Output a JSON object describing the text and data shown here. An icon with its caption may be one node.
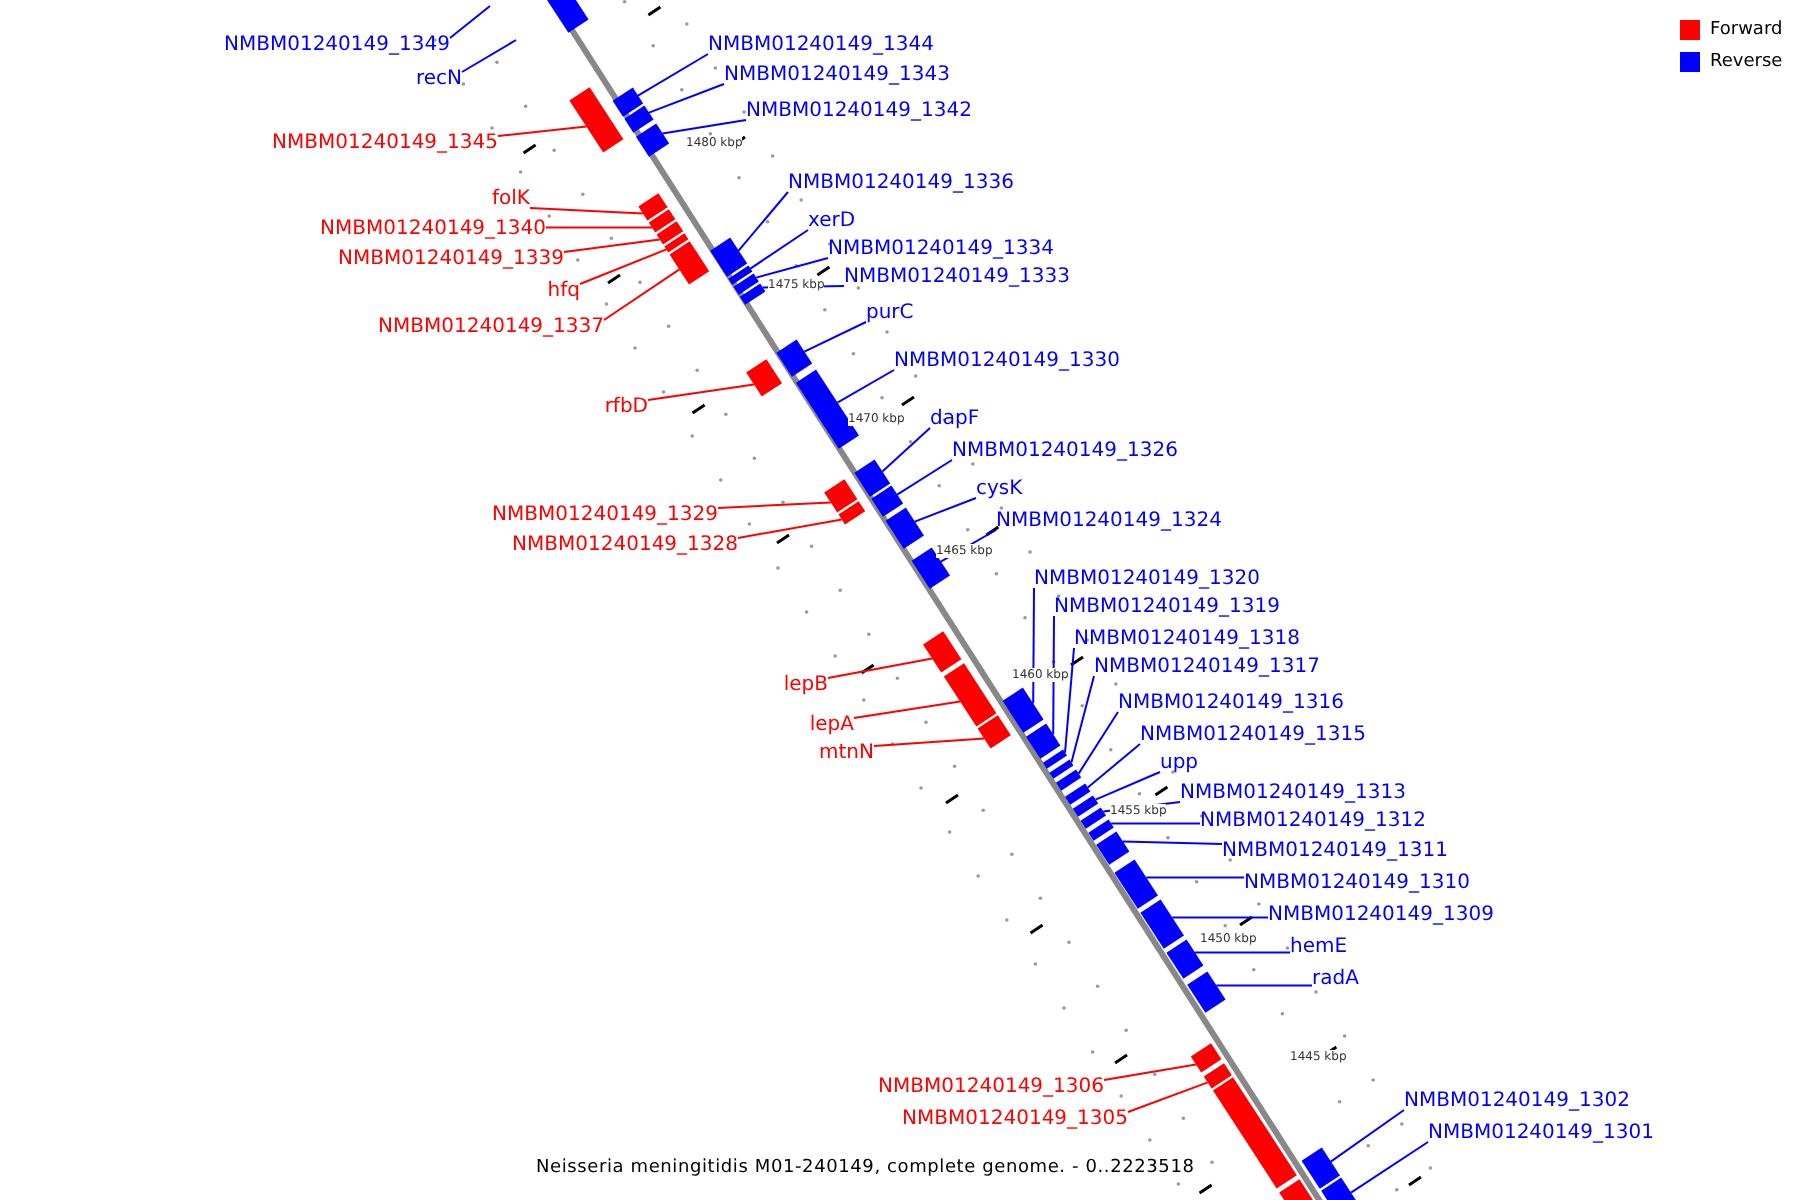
{
  "diagram": {
    "caption": "Neisseria meningitidis M01-240149, complete genome. - 0..2223518",
    "nodes": [
      {
        "text": [
          "NMBM01240149_1349"
        ]
      },
      {
        "text": [
          "NMBM01240149_1344"
        ]
      },
      {
        "text": [
          "recN"
        ]
      },
      {
        "text": [
          "NMBM01240149_1343"
        ]
      },
      {
        "text": [
          "NMBM01240149_1342"
        ]
      },
      {
        "text": [
          "NMBM01240149_1345"
        ]
      },
      {
        "text": [
          "NMBM01240149_1336"
        ]
      },
      {
        "text": [
          "folK"
        ]
      },
      {
        "text": [
          "xerD"
        ]
      },
      {
        "text": [
          "NMBM01240149_1340"
        ]
      },
      {
        "text": [
          "NMBM01240149_1334"
        ]
      },
      {
        "text": [
          "NMBM01240149_1339"
        ]
      },
      {
        "text": [
          "NMBM01240149_1333"
        ]
      },
      {
        "text": [
          "hfq"
        ]
      },
      {
        "text": [
          "purC"
        ]
      },
      {
        "text": [
          "NMBM01240149_1337"
        ]
      },
      {
        "text": [
          "NMBM01240149_1330"
        ]
      },
      {
        "text": [
          "rfbD"
        ]
      },
      {
        "text": [
          "dapF"
        ]
      },
      {
        "text": [
          "NMBM01240149_1326"
        ]
      },
      {
        "text": [
          "cysK"
        ]
      },
      {
        "text": [
          "NMBM01240149_1329"
        ]
      },
      {
        "text": [
          "NMBM01240149_1324"
        ]
      },
      {
        "text": [
          "NMBM01240149_1328"
        ]
      },
      {
        "text": [
          "NMBM01240149_1320"
        ]
      },
      {
        "text": [
          "NMBM01240149_1319"
        ]
      },
      {
        "text": [
          "NMBM01240149_1318"
        ]
      },
      {
        "text": [
          "NMBM01240149_1317"
        ]
      },
      {
        "text": [
          "lepB"
        ]
      },
      {
        "text": [
          "NMBM01240149_1316"
        ]
      },
      {
        "text": [
          "lepA"
        ]
      },
      {
        "text": [
          "NMBM01240149_1315"
        ]
      },
      {
        "text": [
          "mtnN"
        ]
      },
      {
        "text": [
          "upp"
        ]
      },
      {
        "text": [
          "NMBM01240149_1313"
        ]
      },
      {
        "text": [
          "NMBM01240149_1312"
        ]
      },
      {
        "text": [
          "NMBM01240149_1311"
        ]
      },
      {
        "text": [
          "NMBM01240149_1310"
        ]
      },
      {
        "text": [
          "NMBM01240149_1309"
        ]
      },
      {
        "text": [
          "hemE"
        ]
      },
      {
        "text": [
          "radA"
        ]
      },
      {
        "text": [
          "NMBM01240149_1306"
        ]
      },
      {
        "text": [
          "NMBM01240149_1302"
        ]
      },
      {
        "text": [
          "NMBM01240149_1305"
        ]
      },
      {
        "text": [
          "NMBM01240149_1301"
        ]
      },
      {
        "text": [],
        "shape": "box"
      },
      {
        "text": [],
        "shape": "box"
      },
      {
        "text": [],
        "shape": "box"
      },
      {
        "text": [],
        "shape": "box"
      },
      {
        "text": [],
        "shape": "box"
      },
      {
        "text": [],
        "shape": "box"
      },
      {
        "text": [],
        "shape": "box"
      },
      {
        "text": [],
        "shape": "box"
      },
      {
        "text": [],
        "shape": "box"
      },
      {
        "text": [],
        "shape": "box"
      },
      {
        "text": [],
        "shape": "box"
      },
      {
        "text": [],
        "shape": "box"
      },
      {
        "text": [],
        "shape": "box"
      },
      {
        "text": [],
        "shape": "box"
      },
      {
        "text": [],
        "shape": "box"
      },
      {
        "text": [],
        "shape": "box"
      },
      {
        "text": [],
        "shape": "box"
      },
      {
        "text": [],
        "shape": "box"
      },
      {
        "text": [],
        "shape": "box"
      },
      {
        "text": [],
        "shape": "box"
      },
      {
        "text": [],
        "shape": "box"
      },
      {
        "text": [],
        "shape": "box"
      },
      {
        "text": [],
        "shape": "box"
      },
      {
        "text": [],
        "shape": "box"
      },
      {
        "text": [],
        "shape": "box"
      },
      {
        "text": [],
        "shape": "box"
      },
      {
        "text": [],
        "shape": "box"
      },
      {
        "text": [],
        "shape": "box"
      },
      {
        "text": [],
        "shape": "box"
      },
      {
        "text": [],
        "shape": "box"
      },
      {
        "text": [],
        "shape": "box"
      },
      {
        "text": [],
        "shape": "box"
      },
      {
        "text": [],
        "shape": "box"
      },
      {
        "text": [],
        "shape": "box"
      },
      {
        "text": [],
        "shape": "box"
      },
      {
        "text": [],
        "shape": "box"
      },
      {
        "text": [],
        "shape": "box"
      },
      {
        "text": [],
        "shape": "box"
      },
      {
        "text": [],
        "shape": "box"
      },
      {
        "text": [],
        "shape": "box"
      },
      {
        "text": [],
        "shape": "box"
      },
      {
        "text": [],
        "shape": "box"
      },
      {
        "text": [],
        "shape": "box"
      },
      {
        "text": [],
        "shape": "box"
      },
      {
        "text": [],
        "shape": "box"
      },
      {
        "text": [],
        "shape": "box"
      }
    ],
    "edges": [
      {
        "from": 0,
        "to": null,
        "arrow": "none"
      },
      {
        "from": 1,
        "to": 46,
        "arrow": "none"
      },
      {
        "from": 2,
        "to": null,
        "arrow": "none"
      },
      {
        "from": 3,
        "to": 47,
        "arrow": "none"
      },
      {
        "from": 4,
        "to": 48,
        "arrow": "none"
      },
      {
        "from": 5,
        "to": 45,
        "arrow": "none",
        "color": "#ff0000"
      },
      {
        "from": 6,
        "to": 54,
        "arrow": "none"
      },
      {
        "from": 7,
        "to": 49,
        "arrow": "none",
        "color": "#ff0000"
      },
      {
        "from": 8,
        "to": 55,
        "arrow": "none"
      },
      {
        "from": 9,
        "to": 50,
        "arrow": "none",
        "color": "#ff0000"
      },
      {
        "from": 10,
        "to": 56,
        "arrow": "none"
      },
      {
        "from": 11,
        "to": 51,
        "arrow": "none",
        "color": "#ff0000"
      },
      {
        "from": 12,
        "to": 57,
        "arrow": "none"
      },
      {
        "from": 13,
        "to": 52,
        "arrow": "none",
        "color": "#ff0000"
      },
      {
        "from": 14,
        "to": 59,
        "arrow": "none"
      },
      {
        "from": 15,
        "to": 53,
        "arrow": "none",
        "color": "#ff0000"
      },
      {
        "from": 16,
        "to": 60,
        "arrow": "none"
      },
      {
        "from": 17,
        "to": 58,
        "arrow": "none",
        "color": "#ff0000"
      },
      {
        "from": 18,
        "to": 62,
        "arrow": "none"
      },
      {
        "from": 19,
        "to": 64,
        "arrow": "none"
      },
      {
        "from": 20,
        "to": 65,
        "arrow": "none"
      },
      {
        "from": 21,
        "to": 61,
        "arrow": "none",
        "color": "#ff0000"
      },
      {
        "from": 22,
        "to": 66,
        "arrow": "none"
      },
      {
        "from": 23,
        "to": 63,
        "arrow": "none",
        "color": "#ff0000"
      },
      {
        "from": 24,
        "to": 69,
        "arrow": "none"
      },
      {
        "from": 25,
        "to": 71,
        "arrow": "none"
      },
      {
        "from": 26,
        "to": 72,
        "arrow": "none"
      },
      {
        "from": 27,
        "to": 73,
        "arrow": "none"
      },
      {
        "from": 28,
        "to": 67,
        "arrow": "none",
        "color": "#ff0000"
      },
      {
        "from": 29,
        "to": 74,
        "arrow": "none"
      },
      {
        "from": 30,
        "to": 68,
        "arrow": "none",
        "color": "#ff0000"
      },
      {
        "from": 31,
        "to": 75,
        "arrow": "none"
      },
      {
        "from": 32,
        "to": 70,
        "arrow": "none",
        "color": "#ff0000"
      },
      {
        "from": 33,
        "to": 76,
        "arrow": "none"
      },
      {
        "from": 34,
        "to": 77,
        "arrow": "none"
      },
      {
        "from": 35,
        "to": 78,
        "arrow": "none"
      },
      {
        "from": 36,
        "to": 79,
        "arrow": "none"
      },
      {
        "from": 37,
        "to": 80,
        "arrow": "none"
      },
      {
        "from": 38,
        "to": 81,
        "arrow": "none"
      },
      {
        "from": 39,
        "to": 82,
        "arrow": "none"
      },
      {
        "from": 40,
        "to": 83,
        "arrow": "none"
      },
      {
        "from": 41,
        "to": 84,
        "arrow": "none",
        "color": "#ff0000"
      },
      {
        "from": 42,
        "to": 86,
        "arrow": "none"
      },
      {
        "from": 43,
        "to": 85,
        "arrow": "none",
        "color": "#ff0000"
      },
      {
        "from": 44,
        "to": 87,
        "arrow": "none"
      }
    ],
    "labels": [
      "1480 kbp",
      "1475 kbp",
      "1470 kbp",
      "1465 kbp",
      "1460 kbp",
      "1455 kbp",
      "1450 kbp",
      "1445 kbp"
    ],
    "legend": [
      {
        "text": "Forward",
        "color": "#ff0000"
      },
      {
        "text": "Reverse",
        "color": "#0000ff"
      }
    ]
  }
}
